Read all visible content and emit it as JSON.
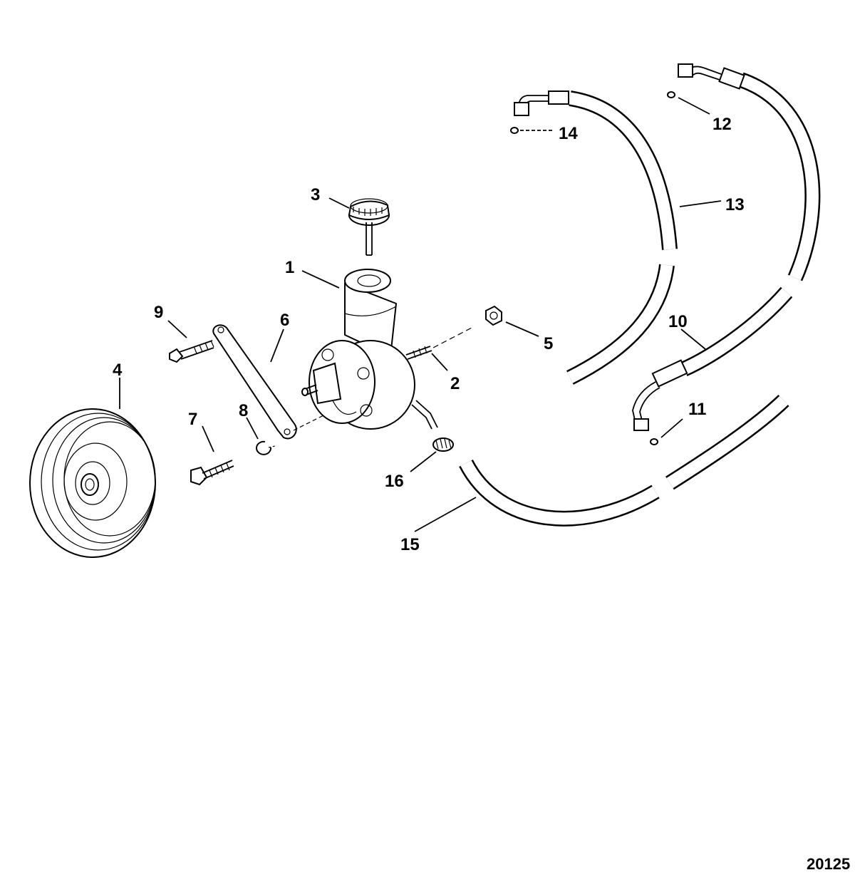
{
  "figure_number": "20125",
  "callouts": [
    "1",
    "2",
    "3",
    "4",
    "5",
    "6",
    "7",
    "8",
    "9",
    "10",
    "11",
    "12",
    "13",
    "14",
    "15",
    "16"
  ],
  "parts": [
    {
      "id": "1",
      "icon": "power-steering-pump-icon"
    },
    {
      "id": "2",
      "icon": "stud-icon"
    },
    {
      "id": "3",
      "icon": "dipstick-cap-icon"
    },
    {
      "id": "4",
      "icon": "pulley-icon"
    },
    {
      "id": "5",
      "icon": "nut-icon"
    },
    {
      "id": "6",
      "icon": "brace-icon"
    },
    {
      "id": "7",
      "icon": "bolt-icon"
    },
    {
      "id": "8",
      "icon": "lock-washer-icon"
    },
    {
      "id": "9",
      "icon": "bolt-icon"
    },
    {
      "id": "10",
      "icon": "hose-icon"
    },
    {
      "id": "11",
      "icon": "o-ring-icon"
    },
    {
      "id": "12",
      "icon": "o-ring-icon"
    },
    {
      "id": "13",
      "icon": "hose-icon"
    },
    {
      "id": "14",
      "icon": "o-ring-icon"
    },
    {
      "id": "15",
      "icon": "hose-icon"
    },
    {
      "id": "16",
      "icon": "hose-clamp-icon"
    }
  ]
}
